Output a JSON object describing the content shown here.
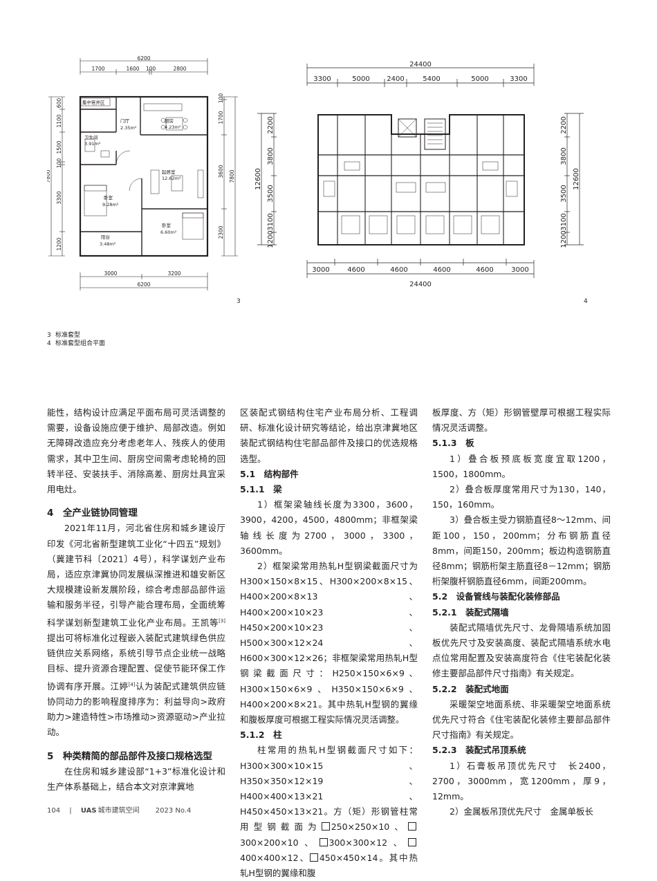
{
  "figure3": {
    "number": "3",
    "dims_top_total": "6200",
    "dims_top": [
      "1700",
      "1600",
      "100",
      "2800"
    ],
    "dims_bottom": [
      "3000",
      "3200"
    ],
    "dims_bottom_total": "6200",
    "dims_left_total": "7800",
    "dims_left": [
      "600",
      "1100",
      "1500",
      "100",
      "3300",
      "1200"
    ],
    "dims_right": [
      "100",
      "1700",
      "3600",
      "2300"
    ],
    "dims_right_total": "7800",
    "rooms": [
      {
        "name": "集中管井区",
        "area": ""
      },
      {
        "name": "门厅",
        "area": "2.35m²"
      },
      {
        "name": "厨房",
        "area": "4.23m²"
      },
      {
        "name": "卫生间",
        "area": "3.91m²"
      },
      {
        "name": "起居室",
        "area": "12.62m²"
      },
      {
        "name": "卧室",
        "area": "9.28m²"
      },
      {
        "name": "卧室",
        "area": "6.60m²"
      },
      {
        "name": "阳台",
        "area": "3.48m²"
      }
    ]
  },
  "figure4": {
    "number": "4",
    "dims_top_total": "24400",
    "dims_top": [
      "3300",
      "5000",
      "2400",
      "5400",
      "5000",
      "3300"
    ],
    "dims_bottom": [
      "3000",
      "4600",
      "4600",
      "4600",
      "4600",
      "3000"
    ],
    "dims_bottom_total": "24400",
    "dims_left": [
      "2200",
      "3800",
      "3500",
      "3100",
      "1200"
    ],
    "dims_left_total": "12600",
    "dims_right": [
      "2200",
      "3800",
      "3500",
      "3100",
      "1200"
    ],
    "dims_right_total": "12600"
  },
  "captions": [
    {
      "num": "3",
      "text": "标准套型"
    },
    {
      "num": "4",
      "text": "标准套型组合平面"
    }
  ],
  "col1": {
    "p1": "能性，结构设计应满足平面布局可灵活调整的需要，设备设施应便于维护、局部改造。例如无障碍改造应充分考虑老年人、残疾人的使用需求，其中卫生间、厨房空间需考虑轮椅的回转半径、安装扶手、消除高差、厨房灶具宜采用电灶。",
    "h4": "4　全产业链协同管理",
    "p2a": "2021年11月，河北省住房和城乡建设厅印发《河北省新型建筑工业化“十四五”规划》（冀建节科〔2021〕4号），科学谋划产业布局，适应京津冀协同发展纵深推进和雄安新区大规模建设新发展阶段，综合考虑部品部件运输和服务半径，引导产能合理布局，全面统筹科学谋划新型建筑工业化产业布局。王凯等",
    "ref3": "[3]",
    "p2b": "提出可将标准化过程嵌入装配式建筑绿色供应链供应关系网络，系统引导节点企业统一战略目标、提升资源合理配置、促使节能环保工作协调有序开展。江婷",
    "ref4": "[4]",
    "p2c": "认为装配式建筑供应链协同动力的影响程度排序为：利益导向>政府助力>建造特性>市场推动>资源驱动>产业拉动。",
    "h5": "5　种类精简的部品部件及接口规格选型",
    "p3": "在住房和城乡建设部“1+3”标准化设计和生产体系基础上，结合本文对京津冀地"
  },
  "col2": {
    "p1": "区装配式钢结构住宅产业布局分析、工程调研、标准化设计研究等结论，给出京津冀地区装配式钢结构住宅部品部件及接口的优选规格选型。",
    "h51": "5.1　结构部件",
    "h511": "5.1.1　梁",
    "p2": "1）框架梁轴线长度为3300，3600，3900，4200，4500，4800mm；非框架梁轴线长度为2700，3000，3300，3600mm。",
    "p3": "2）框架梁常用热轧H型钢梁截面尺寸为H300×150×8×15、H300×200×8×15、H400×200×8×13、H400×200×10×23、H450×200×10×23、H500×300×12×24、H600×300×12×26；非框架梁常用热轧H型钢梁截面尺寸：H250×150×6×9、H300×150×6×9、H350×150×6×9、H400×200×8×21。其中热轧H型钢的翼缘和腹板厚度可根据工程实际情况灵活调整。",
    "h512": "5.1.2　柱",
    "p4a": "柱常用的热轧H型钢截面尺寸如下：H300×300×10×15、H350×350×12×19、H400×400×13×21、H450×450×13×21。方（矩）形钢管柱常用型钢截面为",
    "s1": "250×250×10、",
    "s2": "300×200×10、",
    "s3": "300×300×12、",
    "s4": "400×400×12、",
    "s5": "450×450×14。其中热轧H型钢的翼缘和腹"
  },
  "col3": {
    "p1": "板厚度、方（矩）形钢管壁厚可根据工程实际情况灵活调整。",
    "h513": "5.1.3　板",
    "p2": "1）叠合板预底板宽度宜取1200，1500，1800mm。",
    "p3": "2）叠合板厚度常用尺寸为130，140，150，160mm。",
    "p4": "3）叠合板主受力钢筋直径8～12mm、间距100，150，200mm；分布钢筋直径8mm，间距150，200mm；板边构造钢筋直径8mm；钢筋桁架主筋直径8－12mm；钢筋桁架腹杆钢筋直径6mm，间距200mm。",
    "h52": "5.2　设备管线与装配化装修部品",
    "h521": "5.2.1　装配式隔墙",
    "p5": "装配式隔墙优先尺寸、龙骨隔墙系统加固板优先尺寸及安装高度、装配式隔墙系统水电点位常用配置及安装高度符合《住宅装配化装修主要部品部件尺寸指南》有关规定。",
    "h522": "5.2.2　装配式地面",
    "p6": "采暖架空地面系统、非采暖架空地面系统优先尺寸符合《住宅装配化装修主要部品部件尺寸指南》有关规定。",
    "h523": "5.2.3　装配式吊顶系统",
    "p7": "1）石膏板吊顶优先尺寸　长2400，2700，3000mm，宽1200mm，厚9，12mm。",
    "p8": "2）金属板吊顶优先尺寸　金属单板长"
  },
  "footer": {
    "page": "104",
    "sep": "|",
    "journal_abbr": "UAS",
    "journal_name": "城市建筑空间",
    "issue": "2023  No.4"
  }
}
